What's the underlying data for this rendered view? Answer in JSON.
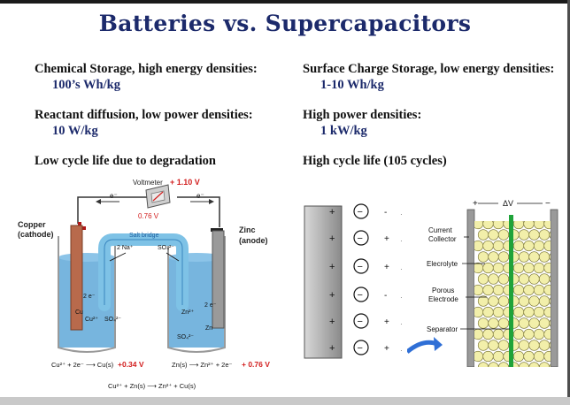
{
  "title": "Batteries vs. Supercapacitors",
  "batteries": {
    "storage": "Chemical Storage, high energy densities:",
    "storage_value": "100’s Wh/kg",
    "power": "Reactant diffusion, low power densities:",
    "power_value": "10 W/kg",
    "cycle": "Low cycle life due to degradation"
  },
  "supercapacitors": {
    "storage": "Surface Charge Storage, low energy densities:",
    "storage_value": "1-10 Wh/kg",
    "power": "High power densities:",
    "power_value": "1 kW/kg",
    "cycle": "High cycle life (105 cycles)"
  },
  "cell": {
    "voltmeter": "Voltmeter",
    "voltmeter_reading": "+ 1.10 V",
    "display": "0.76 V",
    "electron_left": "e⁻",
    "electron_right": "e⁻",
    "copper_label_1": "Copper",
    "copper_label_2": "(cathode)",
    "zinc_label_1": "Zinc",
    "zinc_label_2": "(anode)",
    "salt_bridge": "Salt bridge",
    "na_ion": "2 Na⁺",
    "so4_ion_top": "SO₄²⁻",
    "left_electrons": "2 e⁻",
    "left_cu": "Cu",
    "left_cu_ion": "Cu²⁺",
    "left_so4": "SO₄²⁻",
    "right_electrons": "2 e⁻",
    "right_zn_ion": "Zn²⁺",
    "right_zn": "Zn",
    "right_so4": "SO₄²⁻",
    "left_eq": "Cu²⁺ + 2e⁻ ⟶ Cu(s)",
    "left_potential": "+0.34 V",
    "right_eq": "Zn(s) ⟶ Zn²⁺ + 2e⁻",
    "right_potential": "+ 0.76 V",
    "overall_eq": "Cu²⁺ + Zn(s) ⟶ Zn²⁺ + Cu(s)"
  },
  "double_layer": {
    "plus": "+",
    "minus": "−",
    "dash": "-",
    "dot": "·"
  },
  "supercap": {
    "plus": "+",
    "delta_v": "ΔV",
    "minus": "−",
    "current_collector_1": "Current",
    "current_collector_2": "Collector",
    "electrolyte": "Elecrolyte",
    "porous_1": "Porous",
    "porous_2": "Electrode",
    "separator": "Separator"
  },
  "colors": {
    "title": "#1c2a6b",
    "red": "#d21e1e",
    "solution": "#5fa8d8",
    "green_separator": "#1fa33a",
    "particle": "#f2efaa",
    "arrow": "#2f6fd6"
  }
}
